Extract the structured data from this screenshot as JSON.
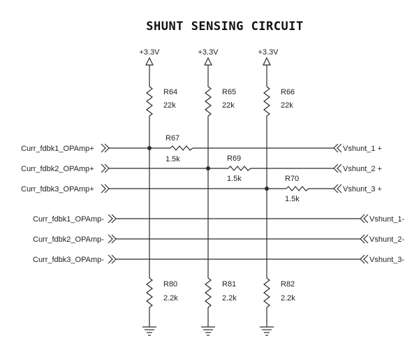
{
  "title": "SHUNT SENSING CIRCUIT",
  "supply_label": "+3.3V",
  "pullups": [
    {
      "ref": "R64",
      "value": "22k"
    },
    {
      "ref": "R65",
      "value": "22k"
    },
    {
      "ref": "R66",
      "value": "22k"
    }
  ],
  "series": [
    {
      "ref": "R67",
      "value": "1.5k"
    },
    {
      "ref": "R69",
      "value": "1.5k"
    },
    {
      "ref": "R70",
      "value": "1.5k"
    }
  ],
  "pulldowns": [
    {
      "ref": "R80",
      "value": "2.2k"
    },
    {
      "ref": "R81",
      "value": "2.2k"
    },
    {
      "ref": "R82",
      "value": "2.2k"
    }
  ],
  "plus_nets": [
    {
      "left": "Curr_fdbk1_OPAmp+",
      "right": "Vshunt_1 +"
    },
    {
      "left": "Curr_fdbk2_OPAmp+",
      "right": "Vshunt_2 +"
    },
    {
      "left": "Curr_fdbk3_OPAmp+",
      "right": "Vshunt_3 +"
    }
  ],
  "minus_nets": [
    {
      "left": "Curr_fdbk1_OPAmp-",
      "right": "Vshunt_1-"
    },
    {
      "left": "Curr_fdbk2_OPAmp-",
      "right": "Vshunt_2-"
    },
    {
      "left": "Curr_fdbk3_OPAmp-",
      "right": "Vshunt_3-"
    }
  ]
}
